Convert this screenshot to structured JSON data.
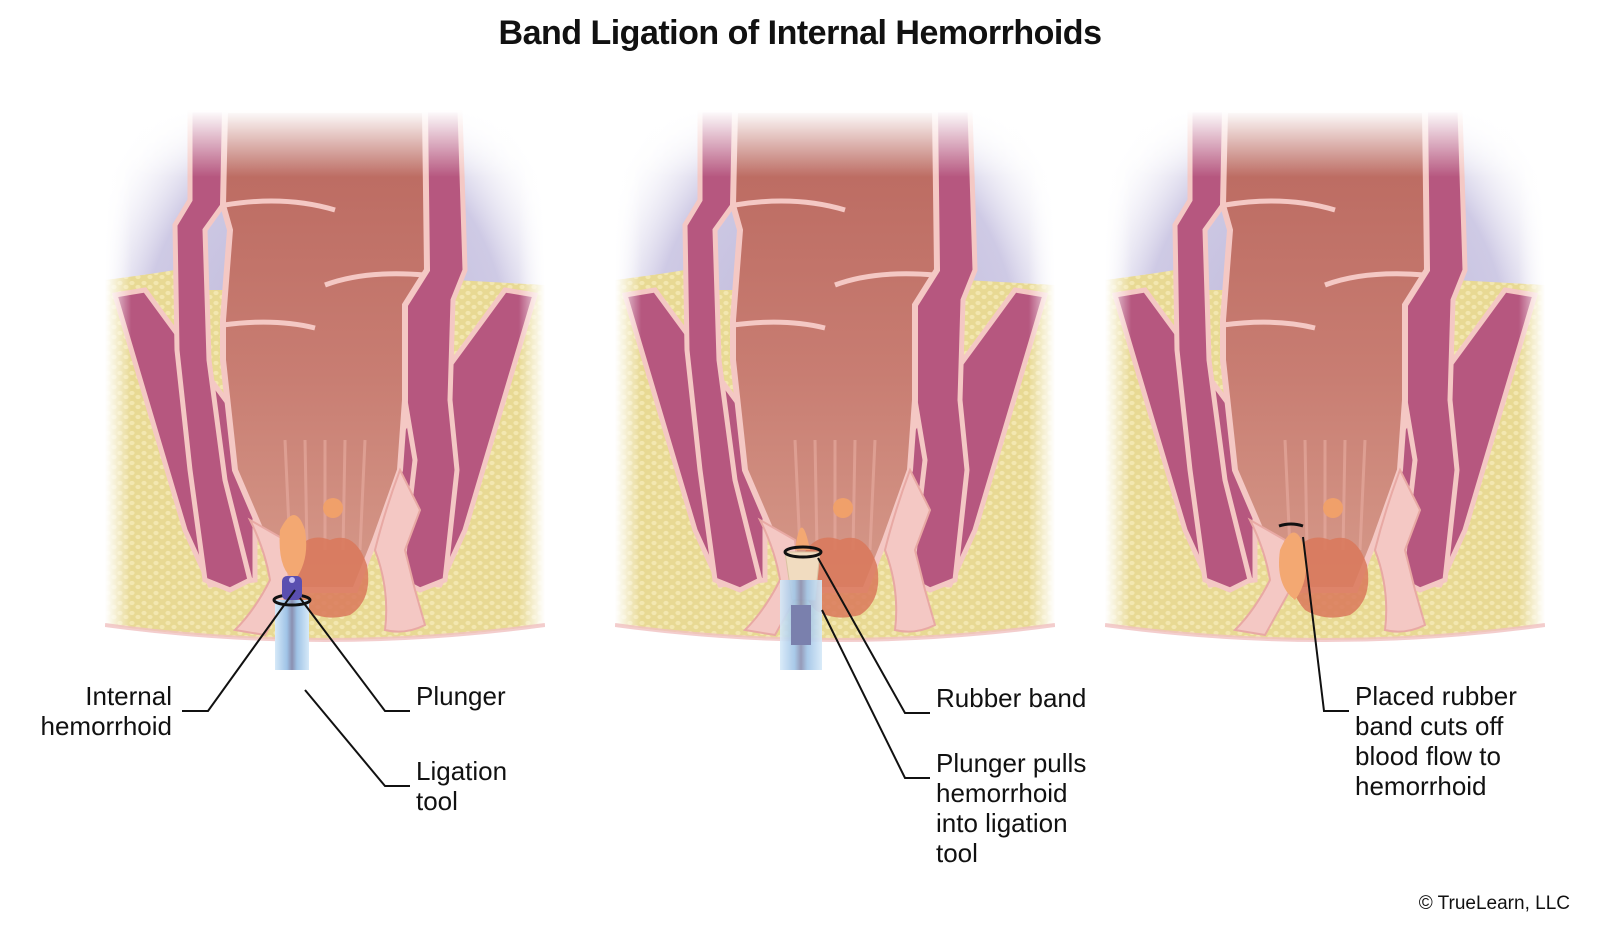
{
  "title": "Band Ligation of Internal Hemorrhoids",
  "colors": {
    "background": "#ffffff",
    "lumen": "#c9776c",
    "muscle_wall": "#b6577f",
    "mucosa_lining": "#f4c8c4",
    "fat_tissue": "#e9dc97",
    "pelvic_background": "#b9b3d6",
    "hemorrhoid": "#f0a06a",
    "plunger_cap": "#5a4fb0",
    "ligation_tube": "#b9d7ef",
    "leader_line": "#111111"
  },
  "panels": [
    {
      "id": "step-1",
      "labels": [
        {
          "key": "internal_hemorrhoid",
          "lines": [
            "Internal",
            "hemorrhoid"
          ]
        },
        {
          "key": "plunger",
          "lines": [
            "Plunger"
          ]
        },
        {
          "key": "ligation_tool",
          "lines": [
            "Ligation",
            "tool"
          ]
        }
      ]
    },
    {
      "id": "step-2",
      "labels": [
        {
          "key": "rubber_band",
          "lines": [
            "Rubber band"
          ]
        },
        {
          "key": "plunger_pulls",
          "lines": [
            "Plunger pulls",
            "hemorrhoid",
            "into ligation",
            "tool"
          ]
        }
      ]
    },
    {
      "id": "step-3",
      "labels": [
        {
          "key": "placed_band",
          "lines": [
            "Placed rubber",
            "band cuts off",
            "blood flow to",
            "hemorrhoid"
          ]
        }
      ]
    }
  ],
  "copyright": "© TrueLearn, LLC"
}
